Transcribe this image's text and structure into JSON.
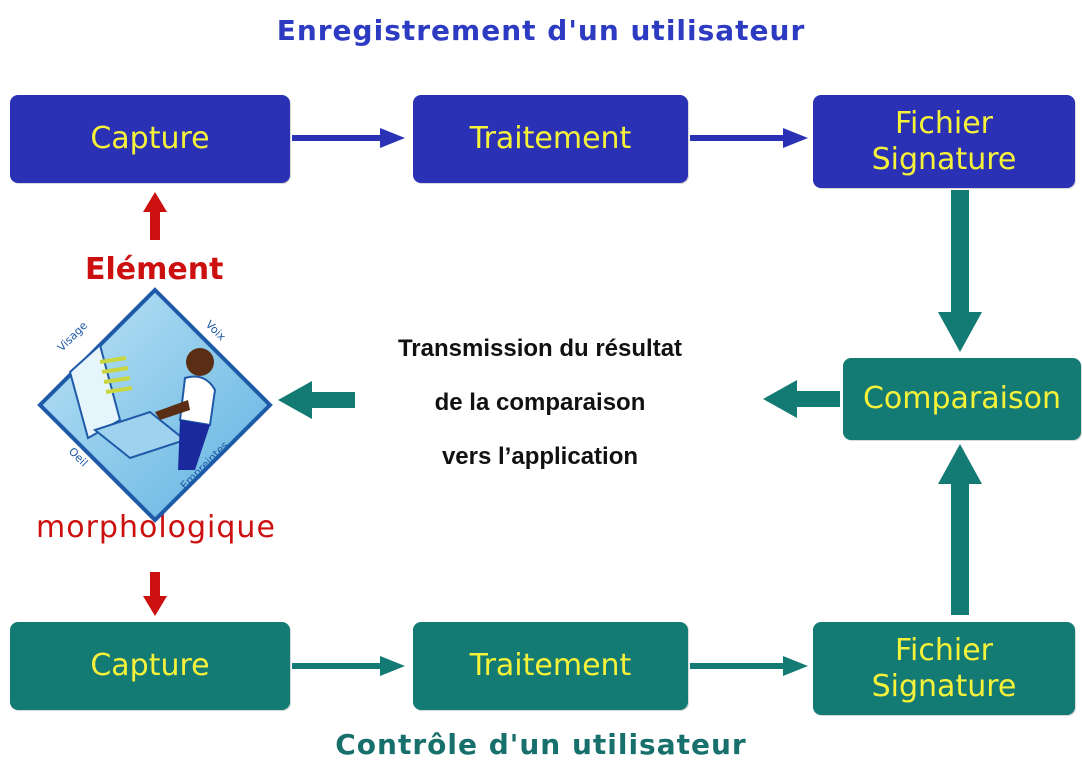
{
  "titles": {
    "top": "Enregistrement d'un utilisateur",
    "bottom": "Contrôle d'un utilisateur"
  },
  "enrollment": {
    "capture": "Capture",
    "traitement": "Traitement",
    "fichier_line1": "Fichier",
    "fichier_line2": "Signature"
  },
  "control": {
    "capture": "Capture",
    "traitement": "Traitement",
    "fichier_line1": "Fichier",
    "fichier_line2": "Signature"
  },
  "comparaison": "Comparaison",
  "element_label": "Elément",
  "morpho_label": "morphologique",
  "transmission": {
    "line1": "Transmission du résultat",
    "line2": "de la comparaison",
    "line3": "vers l’application"
  },
  "icon_labels": {
    "visage": "Visage",
    "voix": "Voix",
    "oeil": "Oeil",
    "empreintes": "Empreintes"
  },
  "colors": {
    "blue": "#2b31b4",
    "teal": "#137a74",
    "text_yellow": "#f6f23a",
    "red": "#cc1010"
  }
}
